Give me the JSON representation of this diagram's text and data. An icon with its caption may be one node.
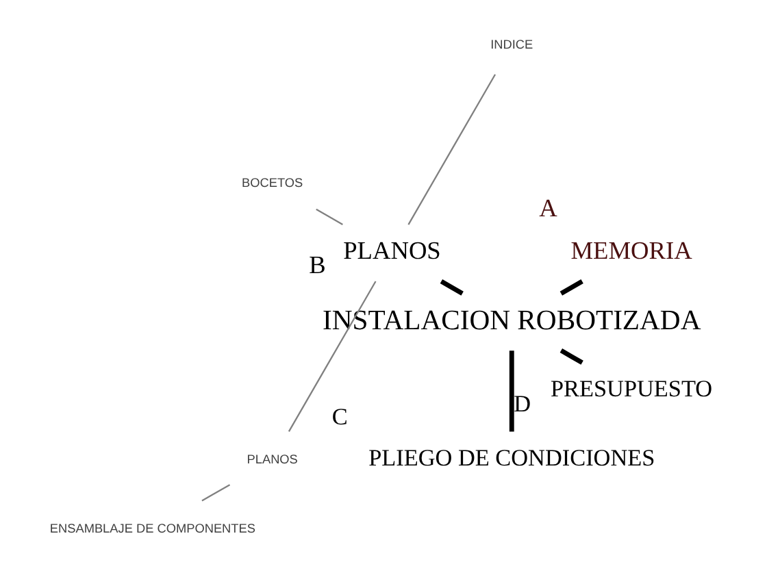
{
  "diagram": {
    "nodes": [
      {
        "text": [
          "INSTALACION ROBOTIZADA"
        ]
      },
      {
        "text": [
          "MEMORIA"
        ],
        "beside": [
          "A"
        ]
      },
      {
        "text": [
          "PLANOS"
        ],
        "beside": [
          "B"
        ]
      },
      {
        "text": [
          "PLIEGO DE CONDICIONES"
        ],
        "beside": [
          "C"
        ]
      },
      {
        "text": [
          "PRESUPUESTO"
        ],
        "beside": [
          "D"
        ]
      },
      {
        "text": [
          "INDICE"
        ]
      },
      {
        "text": [
          "BOCETOS"
        ]
      },
      {
        "text": [
          "PLANOS"
        ]
      },
      {
        "text": [
          "ENSAMBLAJE DE COMPONENTES"
        ]
      }
    ],
    "edges": [
      {
        "from": 0,
        "to": 1,
        "arrow": "none",
        "style": "thick"
      },
      {
        "from": 0,
        "to": 2,
        "arrow": "none",
        "style": "thick"
      },
      {
        "from": 0,
        "to": 3,
        "arrow": "none",
        "style": "thick"
      },
      {
        "from": 0,
        "to": 4,
        "arrow": "none",
        "style": "thick"
      },
      {
        "from": 2,
        "to": 5,
        "arrow": "none",
        "color": "#808080"
      },
      {
        "from": 2,
        "to": 6,
        "arrow": "none",
        "color": "#808080"
      },
      {
        "from": 2,
        "to": 7,
        "arrow": "none",
        "color": "#808080"
      },
      {
        "from": 7,
        "to": 8,
        "arrow": "none",
        "color": "#808080"
      }
    ]
  }
}
